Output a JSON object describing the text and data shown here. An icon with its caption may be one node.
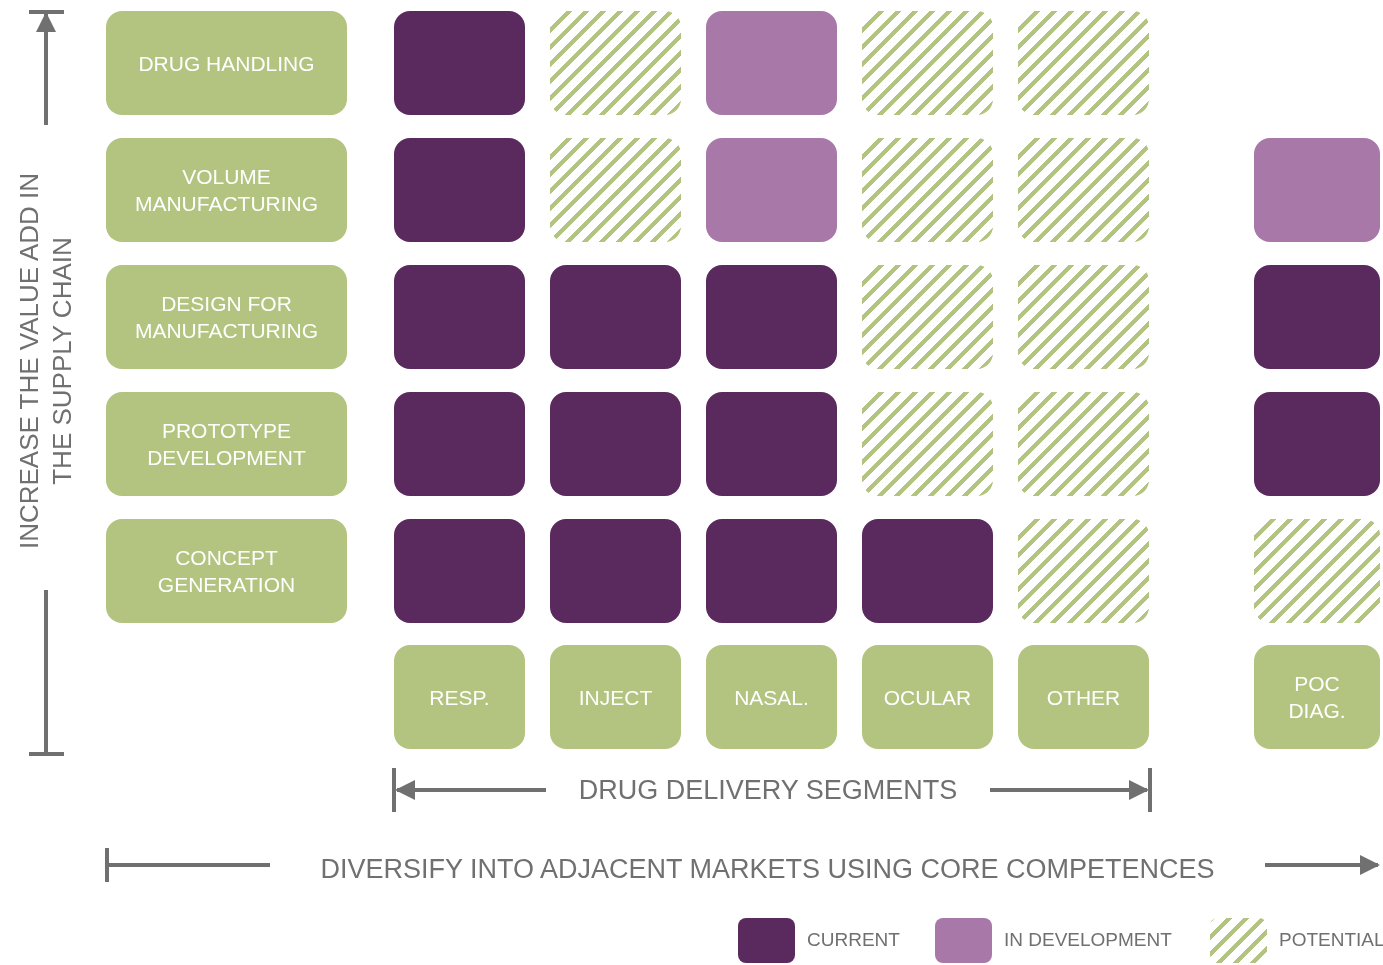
{
  "diagram": {
    "nodes": [
      {
        "text": [
          "DRUG HANDLING"
        ]
      },
      {
        "text": [
          "VOLUME MANUFACTURING"
        ]
      },
      {
        "text": [
          "DESIGN FOR MANUFACTURING"
        ]
      },
      {
        "text": [
          "PROTOTYPE DEVELOPMENT"
        ]
      },
      {
        "text": [
          "CONCEPT GENERATION"
        ]
      },
      {
        "text": [
          "RESP."
        ]
      },
      {
        "text": [
          "INJECT"
        ]
      },
      {
        "text": [
          "NASAL."
        ]
      },
      {
        "text": [
          "OCULAR"
        ]
      },
      {
        "text": [
          "OTHER"
        ]
      },
      {
        "text": [
          "POC DIAG."
        ]
      },
      {
        "text": [],
        "shape": "box"
      },
      {
        "text": [],
        "shape": "box"
      },
      {
        "text": [],
        "shape": "box"
      },
      {
        "text": [],
        "shape": "box"
      },
      {
        "text": [],
        "shape": "box"
      },
      {
        "text": [],
        "shape": "box"
      },
      {
        "text": [],
        "shape": "box"
      },
      {
        "text": [],
        "shape": "box"
      },
      {
        "text": [],
        "shape": "box"
      },
      {
        "text": [],
        "shape": "box"
      },
      {
        "text": [],
        "shape": "box"
      },
      {
        "text": [],
        "shape": "box"
      },
      {
        "text": [],
        "shape": "box"
      },
      {
        "text": [],
        "shape": "box"
      },
      {
        "text": [],
        "shape": "box"
      },
      {
        "text": [],
        "shape": "box"
      },
      {
        "text": [],
        "shape": "box"
      },
      {
        "text": [],
        "shape": "box"
      },
      {
        "text": [],
        "shape": "box"
      },
      {
        "text": [],
        "shape": "box"
      },
      {
        "text": [],
        "shape": "box"
      },
      {
        "text": [],
        "shape": "box"
      },
      {
        "text": [],
        "shape": "box"
      },
      {
        "text": [],
        "shape": "box"
      },
      {
        "text": [],
        "shape": "box"
      },
      {
        "text": [],
        "shape": "box"
      },
      {
        "text": [],
        "shape": "box"
      },
      {
        "text": [],
        "shape": "box"
      },
      {
        "text": [],
        "shape": "box"
      }
    ],
    "labels": [
      "INCREASE THE VALUE ADD IN THE SUPPLY CHAIN",
      "DRUG DELIVERY SEGMENTS",
      "DIVERSIFY INTO ADJACENT MARKETS USING CORE COMPETENCES"
    ],
    "legend": [
      {
        "text": "CURRENT",
        "color": "#5a2a5e"
      },
      {
        "text": "IN DEVELOPMENT",
        "color": "#a878a8"
      },
      {
        "text": "POTENTIAL"
      }
    ]
  }
}
